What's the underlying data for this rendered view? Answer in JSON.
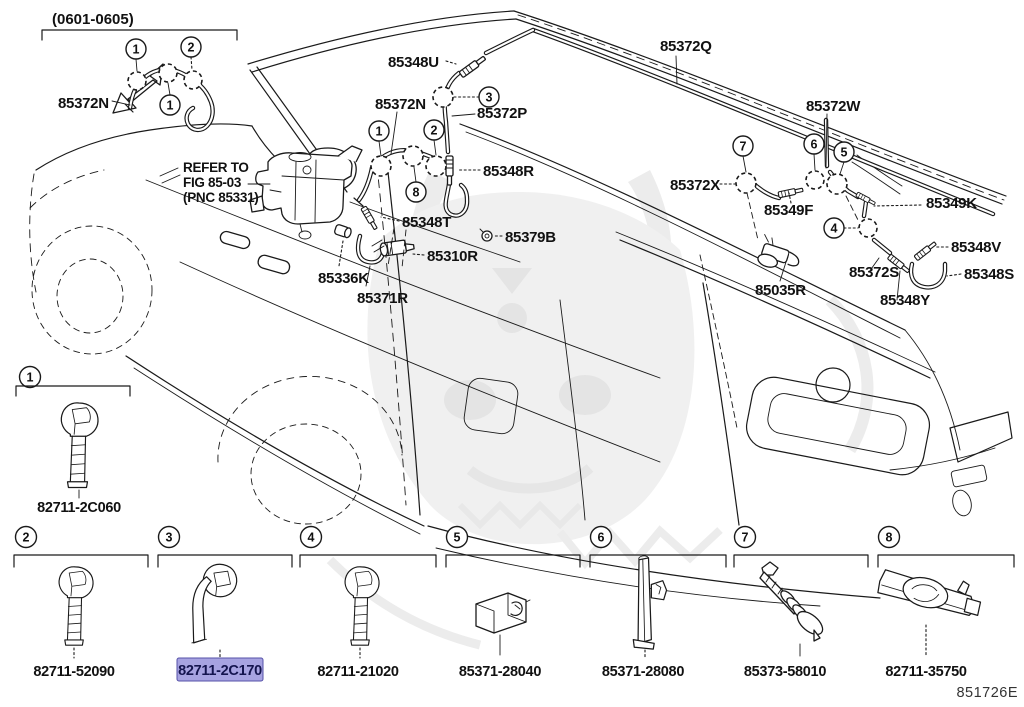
{
  "header": {
    "date_range": "(0601-0605)"
  },
  "note": {
    "line1": "REFER TO",
    "line2": "FIG 85-03",
    "line3": "(PNC 85331)"
  },
  "diagram_code": "851726E",
  "colors": {
    "highlight_bg": "#a7a3e1",
    "highlight_border": "#5550a8",
    "highlight_text": "#14144e",
    "line": "#1a1a1a"
  },
  "diagram_labels": {
    "p85372n_a": "85372N",
    "p85348u": "85348U",
    "p85372n_b": "85372N",
    "p85372p": "85372P",
    "p85372q": "85372Q",
    "p85372w": "85372W",
    "p85348r": "85348R",
    "p85348t": "85348T",
    "p85379b": "85379B",
    "p85310r": "85310R",
    "p85336k": "85336K",
    "p85371r": "85371R",
    "p85372x": "85372X",
    "p85349f": "85349F",
    "p85349k": "85349K",
    "p85348v": "85348V",
    "p85372s": "85372S",
    "p85348s": "85348S",
    "p85348y": "85348Y",
    "p85035r": "85035R"
  },
  "callouts": {
    "tl_1a": "1",
    "tl_2": "2",
    "tl_1b": "1",
    "mid_1": "1",
    "mid_2": "2",
    "mid_3": "3",
    "mid_8": "8",
    "r_7": "7",
    "r_6": "6",
    "r_5": "5",
    "r_4": "4"
  },
  "legend": {
    "items": [
      {
        "num": "1",
        "part": "82711-2C060",
        "highlighted": false
      },
      {
        "num": "2",
        "part": "82711-52090",
        "highlighted": false
      },
      {
        "num": "3",
        "part": "82711-2C170",
        "highlighted": true
      },
      {
        "num": "4",
        "part": "82711-21020",
        "highlighted": false
      },
      {
        "num": "5",
        "part": "85371-28040",
        "highlighted": false
      },
      {
        "num": "6",
        "part": "85371-28080",
        "highlighted": false
      },
      {
        "num": "7",
        "part": "85373-58010",
        "highlighted": false
      },
      {
        "num": "8",
        "part": "82711-35750",
        "highlighted": false
      }
    ]
  }
}
